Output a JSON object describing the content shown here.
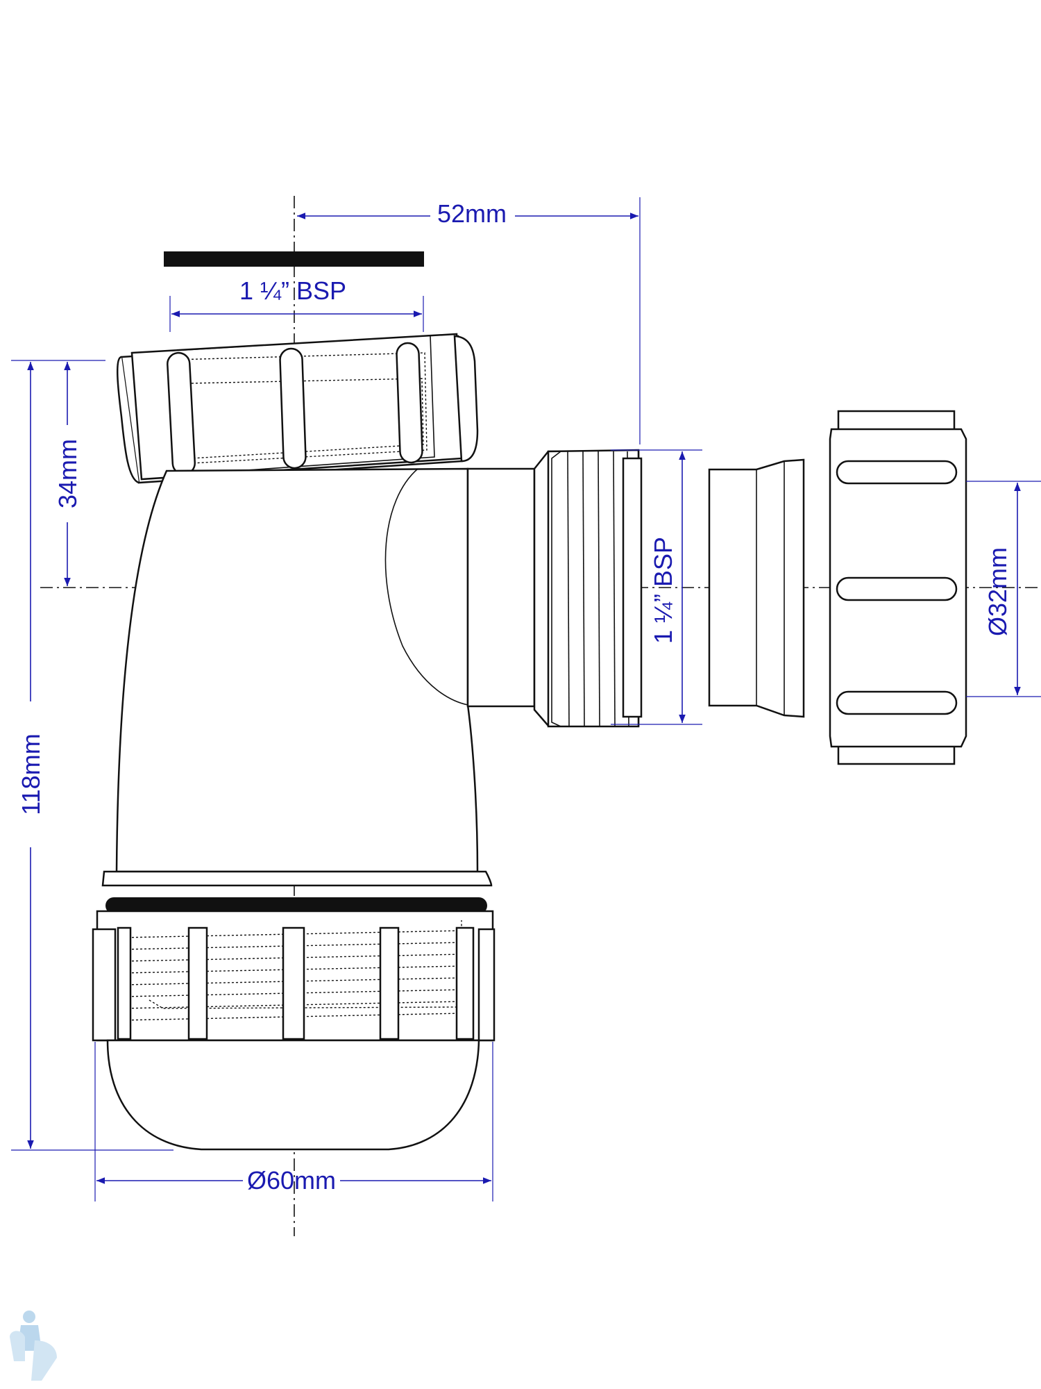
{
  "dimensions": {
    "width_top": "52mm",
    "inlet_thread": "1 ¼” BSP",
    "outlet_thread": "1 ¼” BSP",
    "height_to_centre": "34mm",
    "total_height": "118mm",
    "body_diameter": "Ø60mm",
    "outlet_diameter": "Ø32mm"
  },
  "colors": {
    "dimension": "#1a1ab0",
    "outline": "#111111"
  },
  "icons": [
    "plumber-logo-icon"
  ]
}
